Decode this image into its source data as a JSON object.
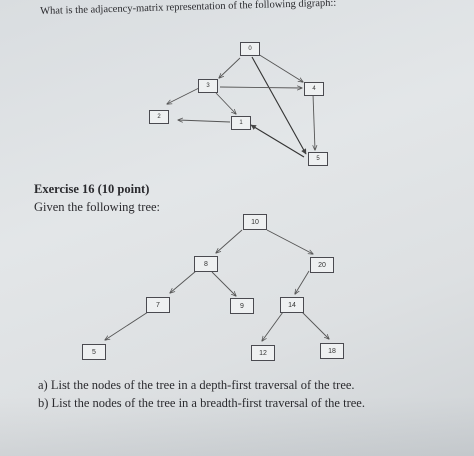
{
  "question": {
    "header": "What is the adjacency-matrix representation of the following digraph::"
  },
  "digraph": {
    "nodes": [
      "0",
      "3",
      "4",
      "2",
      "1",
      "5"
    ]
  },
  "exercise": {
    "title": "Exercise 16 (10 point)",
    "given": "Given the following tree:"
  },
  "tree": {
    "nodes": [
      "10",
      "8",
      "20",
      "7",
      "9",
      "14",
      "5",
      "12",
      "18"
    ]
  },
  "tasks": {
    "a": "a)  List the nodes of the tree in a depth-first traversal of the tree.",
    "b": "b)  List the nodes of the tree in a breadth-first traversal of the tree."
  }
}
